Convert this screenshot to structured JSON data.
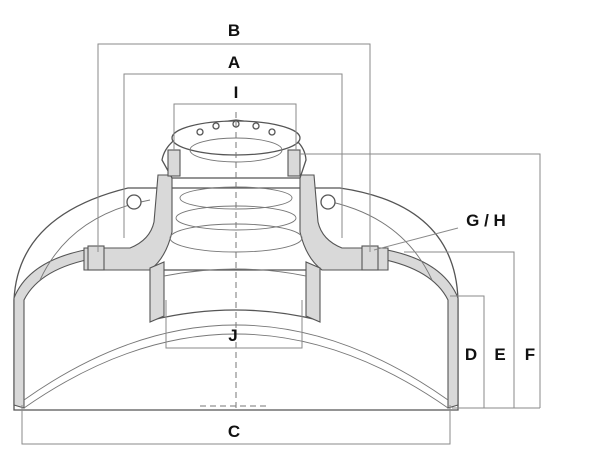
{
  "labels": {
    "A": "A",
    "B": "B",
    "C": "C",
    "D": "D",
    "E": "E",
    "F": "F",
    "G_H": "G / H",
    "I": "I",
    "J": "J"
  }
}
